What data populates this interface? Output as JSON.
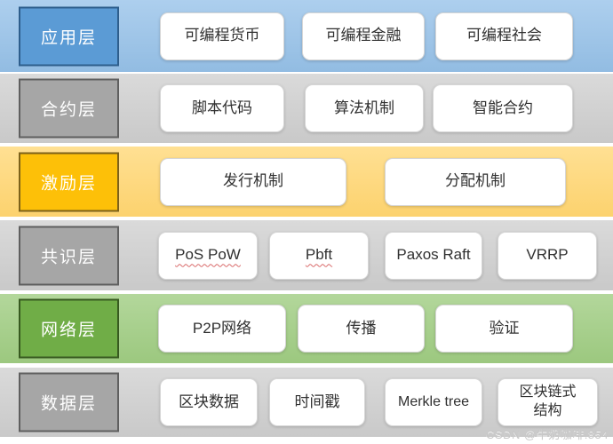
{
  "diagram": {
    "title": "blockchain-architecture-layers",
    "rows": [
      {
        "label": "应用层",
        "items": [
          {
            "label": "可编程货币"
          },
          {
            "label": "可编程金融"
          },
          {
            "label": "可编程社会"
          }
        ]
      },
      {
        "label": "合约层",
        "items": [
          {
            "label": "脚本代码"
          },
          {
            "label": "算法机制"
          },
          {
            "label": "智能合约"
          }
        ]
      },
      {
        "label": "激励层",
        "items": [
          {
            "label": "发行机制"
          },
          {
            "label": "分配机制"
          }
        ]
      },
      {
        "label": "共识层",
        "items": [
          {
            "label": "PoS PoW"
          },
          {
            "label": "Pbft"
          },
          {
            "label": "Paxos Raft"
          },
          {
            "label": "VRRP"
          }
        ]
      },
      {
        "label": "网络层",
        "items": [
          {
            "label": "P2P网络"
          },
          {
            "label": "传播"
          },
          {
            "label": "验证"
          }
        ]
      },
      {
        "label": "数据层",
        "items": [
          {
            "label": "区块数据"
          },
          {
            "label": "时间戳"
          },
          {
            "label": "Merkle tree"
          },
          {
            "label": "区块链式\n结构"
          }
        ]
      }
    ],
    "colors": {
      "application_band": "#9dc3e6",
      "application_label": "#5b9bd5",
      "gray_band": "#d2d2d2",
      "gray_label": "#a6a6a6",
      "incentive_band": "#ffd97e",
      "incentive_label": "#ffc000",
      "network_band": "#a8d08d",
      "network_label": "#70ad47",
      "item_box": "#ffffff",
      "spellcheck_underline": "#d96a6a"
    }
  },
  "watermark": {
    "text": "CSDN @牛奶咖啡.854"
  }
}
